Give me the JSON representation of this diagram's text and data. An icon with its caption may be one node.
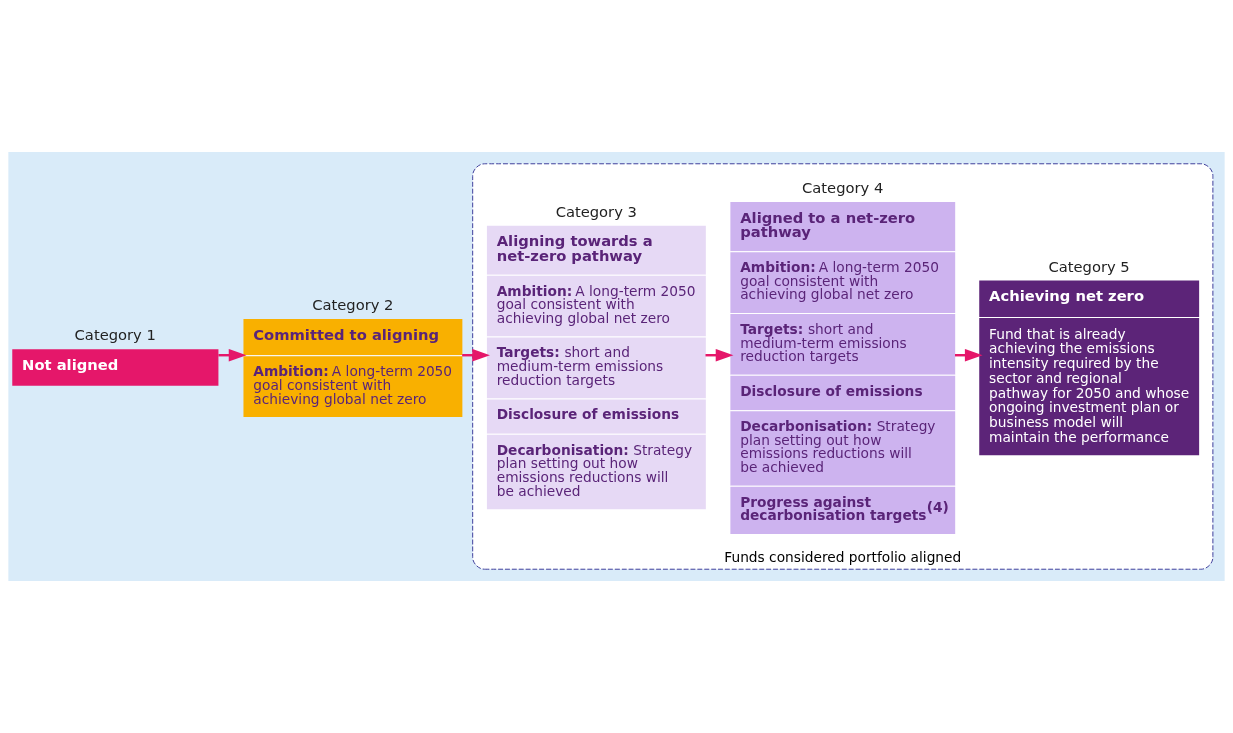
{
  "diagram": {
    "nodes": [
      {
        "text": [
          "Category 1",
          "Not aligned"
        ]
      },
      {
        "text": [
          "Category 2",
          "Committed to aligning",
          "**Ambition:** A long-term 2050 goal consistent with achieving global net zero"
        ]
      },
      {
        "text": [
          "Funds considered portfolio aligned"
        ]
      },
      {
        "text": [
          "Category 3",
          "Aligning towards a net-zero pathway",
          "**Ambition:** A long-term 2050 goal consistent with achieving global net zero",
          "**Targets:** short and medium-term emissions reduction targets",
          "Disclosure of emissions",
          "**Decarbonisation:** Strategy plan setting out how emissions reductions will be achieved"
        ],
        "in": 2
      },
      {
        "text": [
          "Category 4",
          "Aligned to a net-zero pathway",
          "**Ambition:** A long-term 2050 goal consistent with achieving global net zero",
          "**Targets:** short and medium-term emissions reduction targets",
          "Disclosure of emissions",
          "**Decarbonisation:** Strategy plan setting out how emissions reductions will be achieved",
          "Progress against decarbonisation targets$^{(4)}$"
        ],
        "in": 2
      },
      {
        "text": [
          "Category 5",
          "Achieving net zero",
          "Fund that is already achieving the emissions intensity required by the sector and regional pathway for 2050 and whose ongoing investment plan or business model will maintain the performance"
        ],
        "in": 2
      }
    ],
    "edges": [
      {
        "from": 0,
        "to": 1,
        "arrow": "to"
      },
      {
        "from": 1,
        "to": 3,
        "arrow": "to"
      },
      {
        "from": 3,
        "to": 4,
        "arrow": "to"
      },
      {
        "from": 4,
        "to": 5,
        "arrow": "to"
      }
    ]
  }
}
